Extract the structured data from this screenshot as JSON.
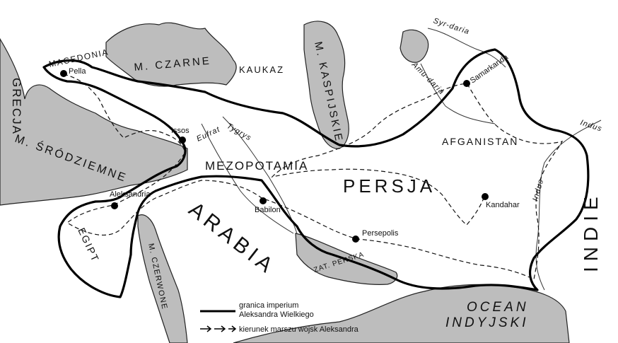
{
  "regions": {
    "macedonia": "MACEDONIA",
    "grecja": "GRECJA",
    "mezopotamia": "MEZOPOTAMIA",
    "persja": "PERSJA",
    "afganistan": "AFGANISTAN",
    "arabia": "ARABIA",
    "egipt": "EGIPT",
    "indie": "INDIE",
    "kaukaz": "KAUKAZ"
  },
  "seas": {
    "czarne": "M. CZARNE",
    "kaspijskie": "M. KASPIJSKIE",
    "srodziemne": "M. ŚRÓDZIEMNE",
    "czerwone": "M. CZERWONE",
    "zat_perska": "ZAT. PERSKA",
    "ocean_line1": "OCEAN",
    "ocean_line2": "INDYJSKI"
  },
  "rivers": {
    "syr": "Syr-daria",
    "amu": "Amu-daria",
    "indus_top": "Indus",
    "indus_mid": "Indus",
    "tygrys": "Tygrys",
    "eufrat": "Eufrat"
  },
  "cities": {
    "pella": "Pella",
    "issos": "Issos",
    "aleksandria": "Aleksandria",
    "babilon": "Babilon",
    "persepolis": "Persepolis",
    "kandahar": "Kandahar",
    "samarkanda": "Samarkanda"
  },
  "legend": {
    "border_line1": "granica imperium",
    "border_line2": "Aleksandra Wielkiego",
    "route": "kierunek marszu wojsk Aleksandra"
  },
  "colors": {
    "water": "#bdbdbd",
    "land": "#ffffff",
    "border": "#000000"
  }
}
